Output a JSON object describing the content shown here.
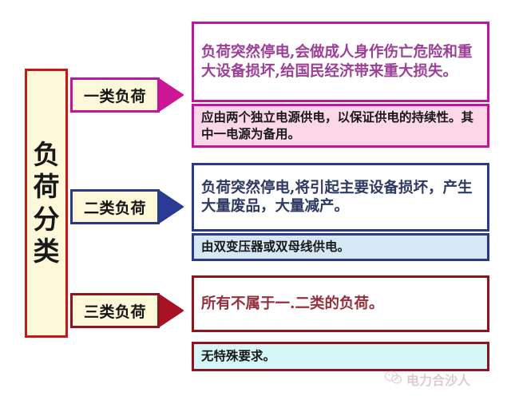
{
  "diagram": {
    "root": {
      "label": "负荷分类",
      "chars": [
        "负",
        "荷",
        "分",
        "类"
      ],
      "border_color": "#c01b17",
      "fill_color": "#fdf8da"
    },
    "branches": [
      {
        "id": "level-1",
        "arrow_label": "一类负荷",
        "accent_color": "#c0169a",
        "description": "负荷突然停电,会做成人身作伤亡危险和重大设备损坏,给国民经济带来重大损失。",
        "description_color": "#9c3f96",
        "requirement": "应由两个独立电源供电，以保证供电的持续性。其中一电源为备用。",
        "requirement_fill": "#fbd7e8"
      },
      {
        "id": "level-2",
        "arrow_label": "二类负荷",
        "accent_color": "#2b3a84",
        "description": "负荷突然停电,将引起主要设备损坏，产生大量废品，大量减产。",
        "description_color": "#2f3a63",
        "requirement": "由双变压器或双母线供电。",
        "requirement_fill": "#d6e8f6"
      },
      {
        "id": "level-3",
        "arrow_label": "三类负荷",
        "accent_color": "#8d1522",
        "description": "所有不属于一.二类的负荷。",
        "description_color": "#95303c",
        "requirement": "无特殊要求。",
        "requirement_fill": "#d6f7f7"
      }
    ]
  },
  "watermark": {
    "icon": "wechat-icon",
    "text": "电力合沙人"
  }
}
